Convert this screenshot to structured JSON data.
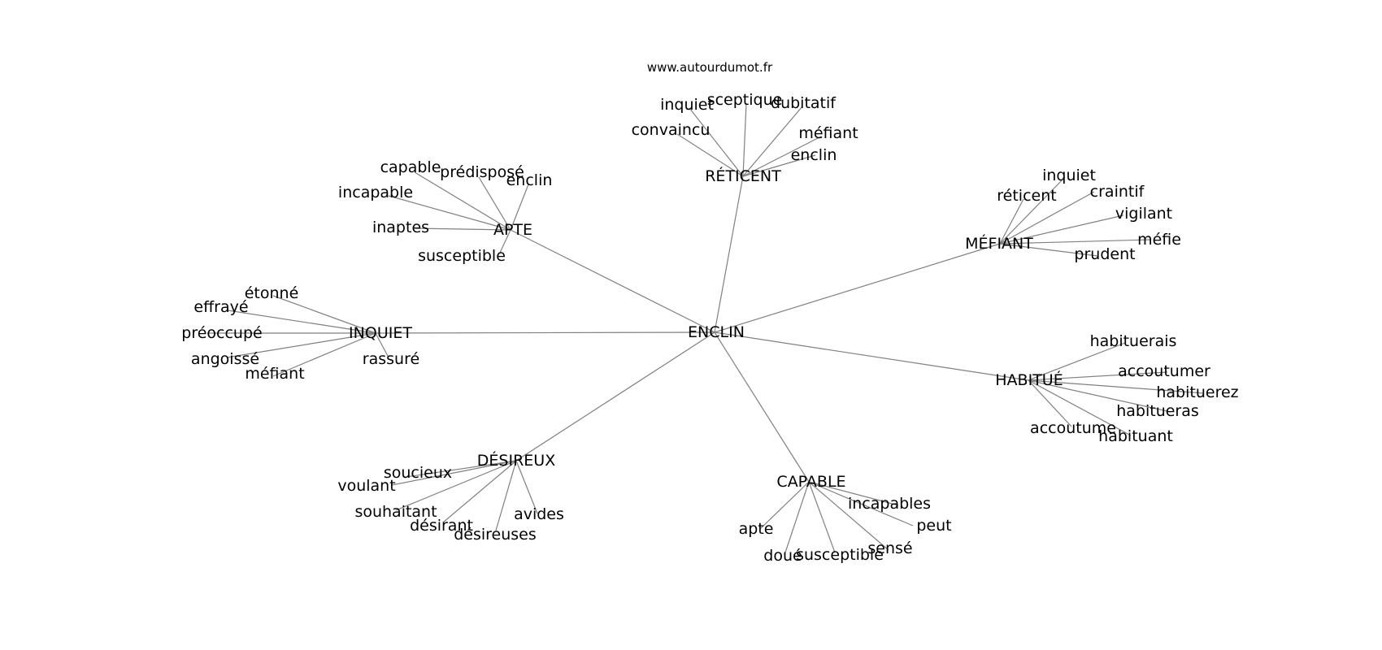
{
  "watermark": "www.autourdumot.fr",
  "center": "ENCLIN",
  "clusters": [
    {
      "name": "RÉTICENT",
      "words": [
        "inquiet",
        "sceptique",
        "dubitatif",
        "convaincu",
        "méfiant",
        "enclin"
      ]
    },
    {
      "name": "APTE",
      "words": [
        "capable",
        "prédisposé",
        "enclin",
        "incapable",
        "inaptes",
        "susceptible"
      ]
    },
    {
      "name": "MÉFIANT",
      "words": [
        "inquiet",
        "réticent",
        "craintif",
        "vigilant",
        "méfie",
        "prudent"
      ]
    },
    {
      "name": "INQUIET",
      "words": [
        "étonné",
        "effrayé",
        "préoccupé",
        "angoissé",
        "méfiant",
        "rassuré"
      ]
    },
    {
      "name": "HABITUÉ",
      "words": [
        "habituerais",
        "accoutumer",
        "habituerez",
        "habitueras",
        "accoutume",
        "habituant"
      ]
    },
    {
      "name": "DÉSIREUX",
      "words": [
        "soucieux",
        "voulant",
        "souhaitant",
        "désirant",
        "désireuses",
        "avides"
      ]
    },
    {
      "name": "CAPABLE",
      "words": [
        "incapables",
        "peut",
        "apte",
        "doué",
        "susceptible",
        "sensé"
      ]
    }
  ]
}
